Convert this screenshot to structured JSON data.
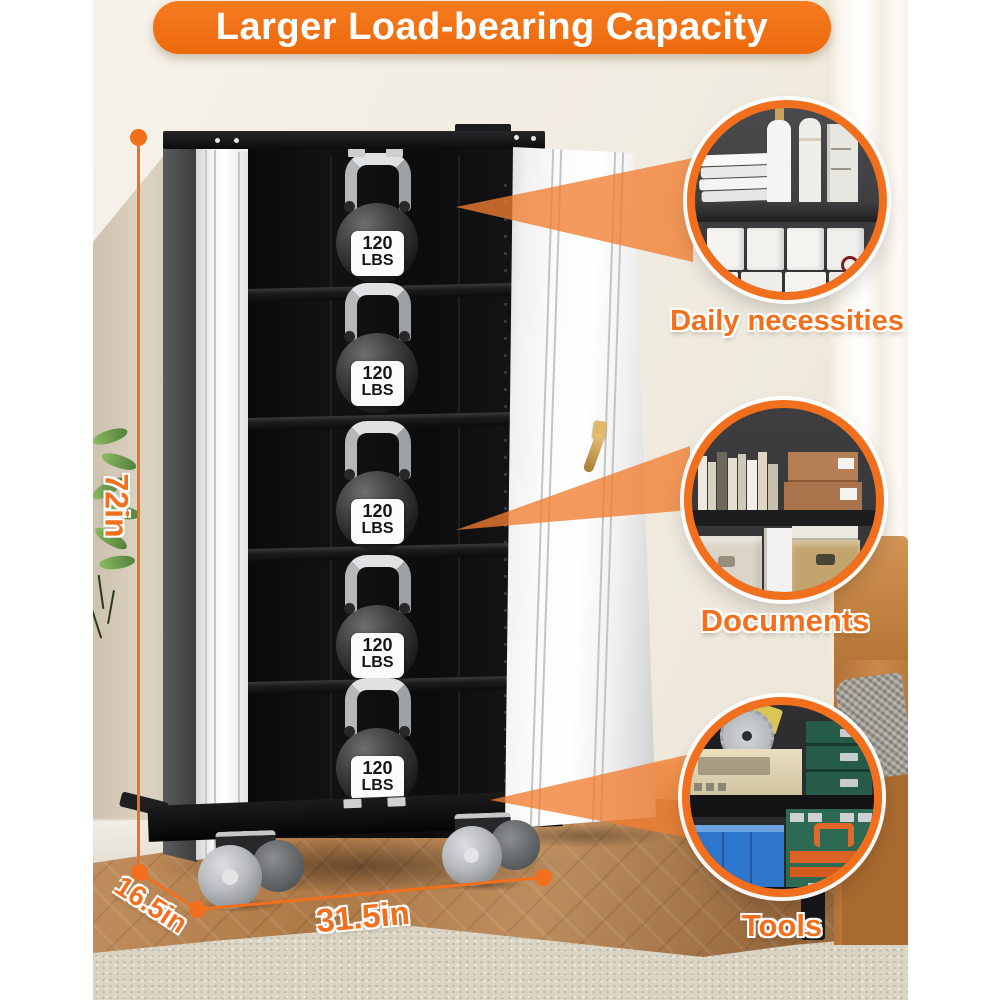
{
  "banner": {
    "text": "Larger Load-bearing Capacity",
    "bg": "#EE6E10",
    "text_color": "#FFFFFF"
  },
  "kettlebell": {
    "weight": "120",
    "unit": "LBS",
    "count": 5
  },
  "dimensions": {
    "height": "72in",
    "depth": "16.5in",
    "width": "31.5in"
  },
  "callouts": [
    {
      "label": "Daily necessities"
    },
    {
      "label": "Documents"
    },
    {
      "label": "Tools"
    }
  ],
  "colors": {
    "accent": "#F2701D",
    "cabinet_interior": "#0B0B0C",
    "door": "#F5F5F5"
  }
}
